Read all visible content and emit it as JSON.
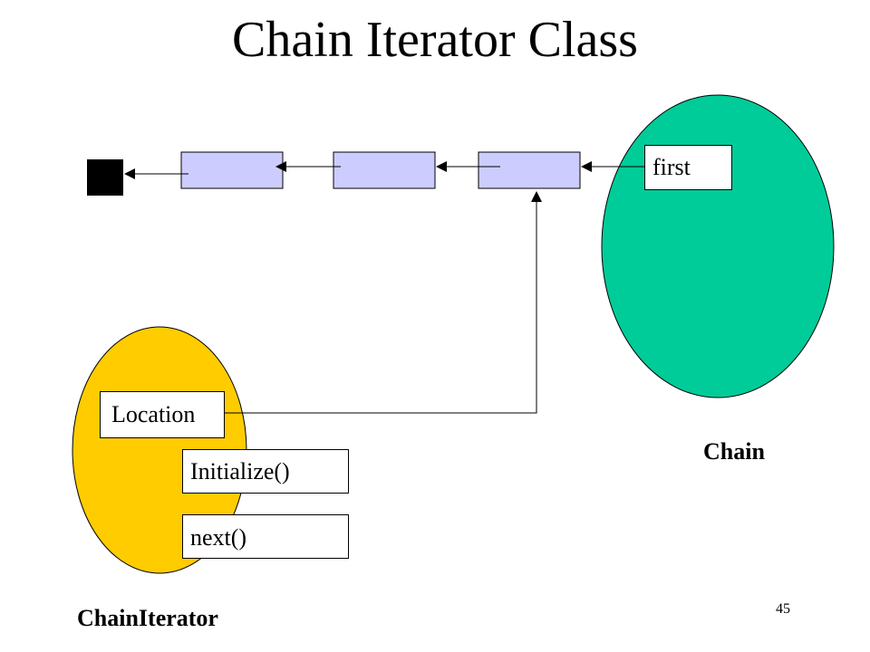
{
  "title": "Chain Iterator Class",
  "chain": {
    "caption": "Chain",
    "field_label": "first",
    "fill_color": "#00CC99"
  },
  "iterator": {
    "caption": "ChainIterator",
    "field_label": "Location",
    "methods": [
      "Initialize()",
      "next()"
    ],
    "fill_color": "#FFCC00"
  },
  "nodes": {
    "fill_color": "#CCCCFF",
    "count": 3
  },
  "null_terminator_color": "#000000",
  "page_number": "45"
}
